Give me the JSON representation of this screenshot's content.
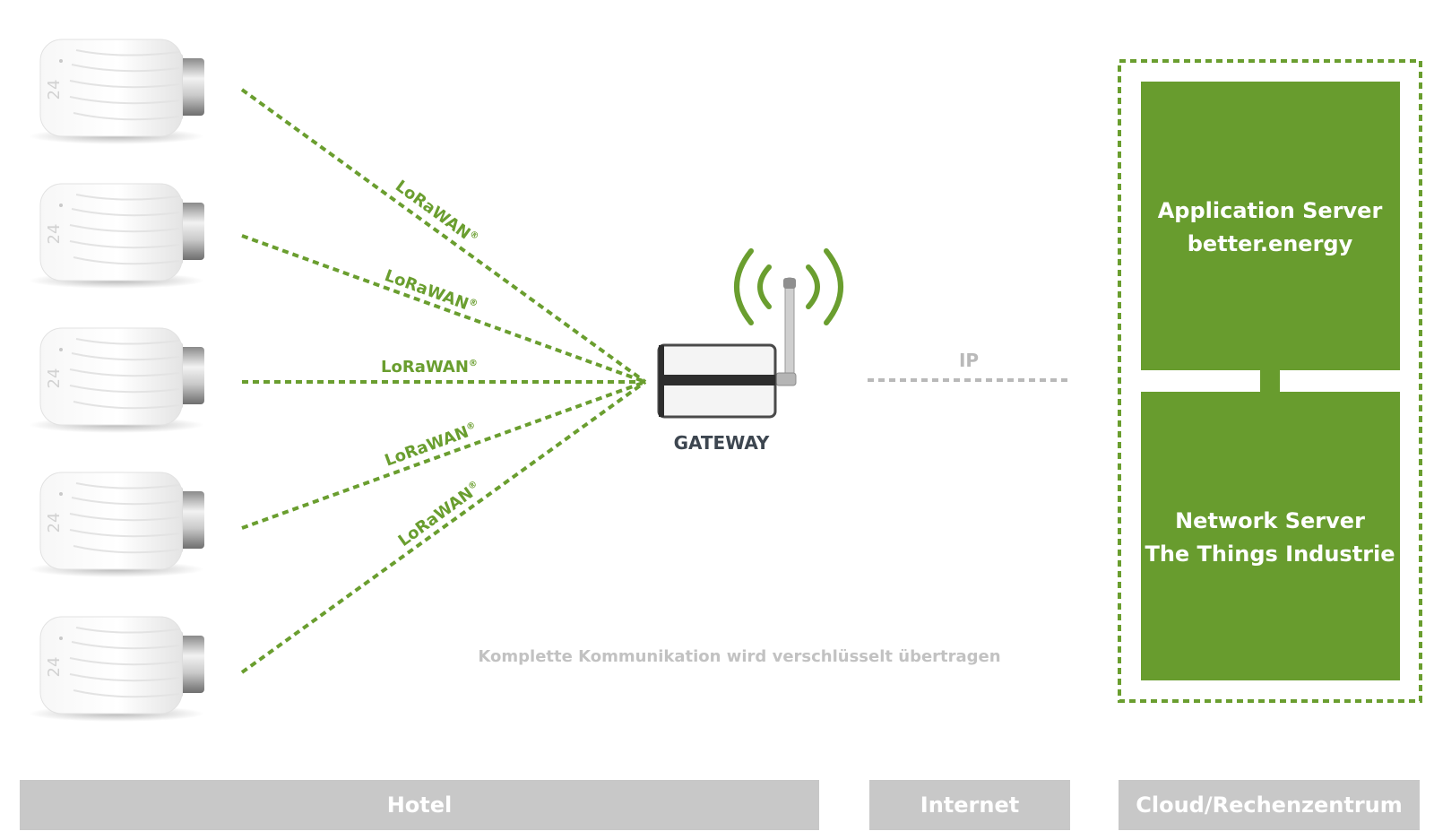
{
  "diagram": {
    "lorawan_label": "LoRaWAN",
    "registered_mark": "®",
    "gateway_label": "GATEWAY",
    "ip_label": "IP",
    "encryption_note": "Komplette Kommunikation wird verschlüsselt übertragen",
    "application_server": {
      "line1": "Application Server",
      "line2": "better.energy"
    },
    "network_server": {
      "line1": "Network Server",
      "line2": "The Things Industrie"
    },
    "thermostat_display_text": "24",
    "thermostat_count": 5,
    "link_count": 5
  },
  "footer": {
    "hotel": "Hotel",
    "internet": "Internet",
    "cloud": "Cloud/Rechenzentrum"
  },
  "colors": {
    "accent_green": "#6a9e2f",
    "server_green": "#689c2e",
    "ip_gray": "#b9b9b9",
    "note_gray": "#c2c2c2",
    "bar_gray": "#c8c8c8",
    "gateway_label": "#3d4650"
  }
}
